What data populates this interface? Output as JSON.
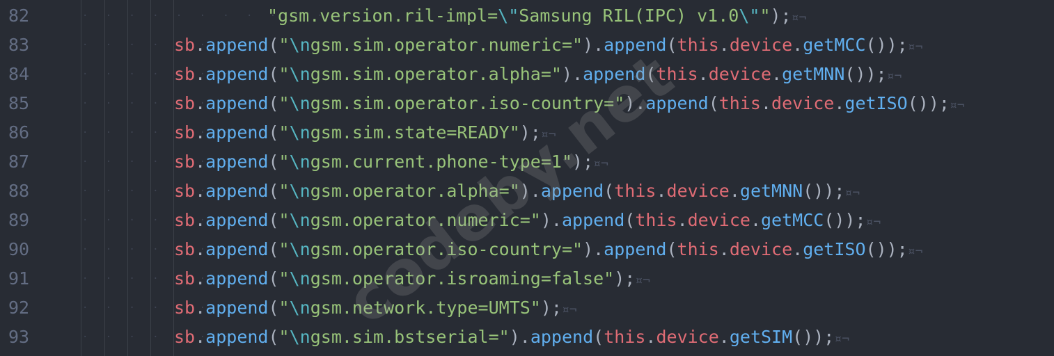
{
  "editor": {
    "watermark": "codeby.net",
    "eol_marker": "¤¬",
    "lines": [
      {
        "num": "82",
        "continuation": true,
        "tokens": [
          {
            "t": "str",
            "v": "\"gsm.version.ril-impl="
          },
          {
            "t": "esc",
            "v": "\\\""
          },
          {
            "t": "str",
            "v": "Samsung RIL(IPC) v1.0"
          },
          {
            "t": "esc",
            "v": "\\\""
          },
          {
            "t": "str",
            "v": "\""
          },
          {
            "t": "punc",
            "v": ");"
          }
        ]
      },
      {
        "num": "83",
        "continuation": false,
        "tokens": [
          {
            "t": "var",
            "v": "sb"
          },
          {
            "t": "punc",
            "v": "."
          },
          {
            "t": "fn",
            "v": "append"
          },
          {
            "t": "punc",
            "v": "("
          },
          {
            "t": "str",
            "v": "\""
          },
          {
            "t": "esc",
            "v": "\\n"
          },
          {
            "t": "str",
            "v": "gsm.sim.operator.numeric=\""
          },
          {
            "t": "punc",
            "v": ")."
          },
          {
            "t": "fn",
            "v": "append"
          },
          {
            "t": "punc",
            "v": "("
          },
          {
            "t": "var",
            "v": "this"
          },
          {
            "t": "punc",
            "v": "."
          },
          {
            "t": "var",
            "v": "device"
          },
          {
            "t": "punc",
            "v": "."
          },
          {
            "t": "fn",
            "v": "getMCC"
          },
          {
            "t": "punc",
            "v": "());"
          }
        ]
      },
      {
        "num": "84",
        "continuation": false,
        "tokens": [
          {
            "t": "var",
            "v": "sb"
          },
          {
            "t": "punc",
            "v": "."
          },
          {
            "t": "fn",
            "v": "append"
          },
          {
            "t": "punc",
            "v": "("
          },
          {
            "t": "str",
            "v": "\""
          },
          {
            "t": "esc",
            "v": "\\n"
          },
          {
            "t": "str",
            "v": "gsm.sim.operator.alpha=\""
          },
          {
            "t": "punc",
            "v": ")."
          },
          {
            "t": "fn",
            "v": "append"
          },
          {
            "t": "punc",
            "v": "("
          },
          {
            "t": "var",
            "v": "this"
          },
          {
            "t": "punc",
            "v": "."
          },
          {
            "t": "var",
            "v": "device"
          },
          {
            "t": "punc",
            "v": "."
          },
          {
            "t": "fn",
            "v": "getMNN"
          },
          {
            "t": "punc",
            "v": "());"
          }
        ]
      },
      {
        "num": "85",
        "continuation": false,
        "tokens": [
          {
            "t": "var",
            "v": "sb"
          },
          {
            "t": "punc",
            "v": "."
          },
          {
            "t": "fn",
            "v": "append"
          },
          {
            "t": "punc",
            "v": "("
          },
          {
            "t": "str",
            "v": "\""
          },
          {
            "t": "esc",
            "v": "\\n"
          },
          {
            "t": "str",
            "v": "gsm.sim.operator.iso-country=\""
          },
          {
            "t": "punc",
            "v": ")."
          },
          {
            "t": "fn",
            "v": "append"
          },
          {
            "t": "punc",
            "v": "("
          },
          {
            "t": "var",
            "v": "this"
          },
          {
            "t": "punc",
            "v": "."
          },
          {
            "t": "var",
            "v": "device"
          },
          {
            "t": "punc",
            "v": "."
          },
          {
            "t": "fn",
            "v": "getISO"
          },
          {
            "t": "punc",
            "v": "());"
          }
        ]
      },
      {
        "num": "86",
        "continuation": false,
        "tokens": [
          {
            "t": "var",
            "v": "sb"
          },
          {
            "t": "punc",
            "v": "."
          },
          {
            "t": "fn",
            "v": "append"
          },
          {
            "t": "punc",
            "v": "("
          },
          {
            "t": "str",
            "v": "\""
          },
          {
            "t": "esc",
            "v": "\\n"
          },
          {
            "t": "str",
            "v": "gsm.sim.state=READY\""
          },
          {
            "t": "punc",
            "v": ");"
          }
        ]
      },
      {
        "num": "87",
        "continuation": false,
        "tokens": [
          {
            "t": "var",
            "v": "sb"
          },
          {
            "t": "punc",
            "v": "."
          },
          {
            "t": "fn",
            "v": "append"
          },
          {
            "t": "punc",
            "v": "("
          },
          {
            "t": "str",
            "v": "\""
          },
          {
            "t": "esc",
            "v": "\\n"
          },
          {
            "t": "str",
            "v": "gsm.current.phone-type=1\""
          },
          {
            "t": "punc",
            "v": ");"
          }
        ]
      },
      {
        "num": "88",
        "continuation": false,
        "tokens": [
          {
            "t": "var",
            "v": "sb"
          },
          {
            "t": "punc",
            "v": "."
          },
          {
            "t": "fn",
            "v": "append"
          },
          {
            "t": "punc",
            "v": "("
          },
          {
            "t": "str",
            "v": "\""
          },
          {
            "t": "esc",
            "v": "\\n"
          },
          {
            "t": "str",
            "v": "gsm.operator.alpha=\""
          },
          {
            "t": "punc",
            "v": ")."
          },
          {
            "t": "fn",
            "v": "append"
          },
          {
            "t": "punc",
            "v": "("
          },
          {
            "t": "var",
            "v": "this"
          },
          {
            "t": "punc",
            "v": "."
          },
          {
            "t": "var",
            "v": "device"
          },
          {
            "t": "punc",
            "v": "."
          },
          {
            "t": "fn",
            "v": "getMNN"
          },
          {
            "t": "punc",
            "v": "());"
          }
        ]
      },
      {
        "num": "89",
        "continuation": false,
        "tokens": [
          {
            "t": "var",
            "v": "sb"
          },
          {
            "t": "punc",
            "v": "."
          },
          {
            "t": "fn",
            "v": "append"
          },
          {
            "t": "punc",
            "v": "("
          },
          {
            "t": "str",
            "v": "\""
          },
          {
            "t": "esc",
            "v": "\\n"
          },
          {
            "t": "str",
            "v": "gsm.operator.numeric=\""
          },
          {
            "t": "punc",
            "v": ")."
          },
          {
            "t": "fn",
            "v": "append"
          },
          {
            "t": "punc",
            "v": "("
          },
          {
            "t": "var",
            "v": "this"
          },
          {
            "t": "punc",
            "v": "."
          },
          {
            "t": "var",
            "v": "device"
          },
          {
            "t": "punc",
            "v": "."
          },
          {
            "t": "fn",
            "v": "getMCC"
          },
          {
            "t": "punc",
            "v": "());"
          }
        ]
      },
      {
        "num": "90",
        "continuation": false,
        "tokens": [
          {
            "t": "var",
            "v": "sb"
          },
          {
            "t": "punc",
            "v": "."
          },
          {
            "t": "fn",
            "v": "append"
          },
          {
            "t": "punc",
            "v": "("
          },
          {
            "t": "str",
            "v": "\""
          },
          {
            "t": "esc",
            "v": "\\n"
          },
          {
            "t": "str",
            "v": "gsm.operator.iso-country=\""
          },
          {
            "t": "punc",
            "v": ")."
          },
          {
            "t": "fn",
            "v": "append"
          },
          {
            "t": "punc",
            "v": "("
          },
          {
            "t": "var",
            "v": "this"
          },
          {
            "t": "punc",
            "v": "."
          },
          {
            "t": "var",
            "v": "device"
          },
          {
            "t": "punc",
            "v": "."
          },
          {
            "t": "fn",
            "v": "getISO"
          },
          {
            "t": "punc",
            "v": "());"
          }
        ]
      },
      {
        "num": "91",
        "continuation": false,
        "tokens": [
          {
            "t": "var",
            "v": "sb"
          },
          {
            "t": "punc",
            "v": "."
          },
          {
            "t": "fn",
            "v": "append"
          },
          {
            "t": "punc",
            "v": "("
          },
          {
            "t": "str",
            "v": "\""
          },
          {
            "t": "esc",
            "v": "\\n"
          },
          {
            "t": "str",
            "v": "gsm.operator.isroaming=false\""
          },
          {
            "t": "punc",
            "v": ");"
          }
        ]
      },
      {
        "num": "92",
        "continuation": false,
        "tokens": [
          {
            "t": "var",
            "v": "sb"
          },
          {
            "t": "punc",
            "v": "."
          },
          {
            "t": "fn",
            "v": "append"
          },
          {
            "t": "punc",
            "v": "("
          },
          {
            "t": "str",
            "v": "\""
          },
          {
            "t": "esc",
            "v": "\\n"
          },
          {
            "t": "str",
            "v": "gsm.network.type=UMTS\""
          },
          {
            "t": "punc",
            "v": ");"
          }
        ]
      },
      {
        "num": "93",
        "continuation": false,
        "tokens": [
          {
            "t": "var",
            "v": "sb"
          },
          {
            "t": "punc",
            "v": "."
          },
          {
            "t": "fn",
            "v": "append"
          },
          {
            "t": "punc",
            "v": "("
          },
          {
            "t": "str",
            "v": "\""
          },
          {
            "t": "esc",
            "v": "\\n"
          },
          {
            "t": "str",
            "v": "gsm.sim.bstserial=\""
          },
          {
            "t": "punc",
            "v": ")."
          },
          {
            "t": "fn",
            "v": "append"
          },
          {
            "t": "punc",
            "v": "("
          },
          {
            "t": "var",
            "v": "this"
          },
          {
            "t": "punc",
            "v": "."
          },
          {
            "t": "var",
            "v": "device"
          },
          {
            "t": "punc",
            "v": "."
          },
          {
            "t": "fn",
            "v": "getSIM"
          },
          {
            "t": "punc",
            "v": "());"
          }
        ]
      }
    ]
  }
}
